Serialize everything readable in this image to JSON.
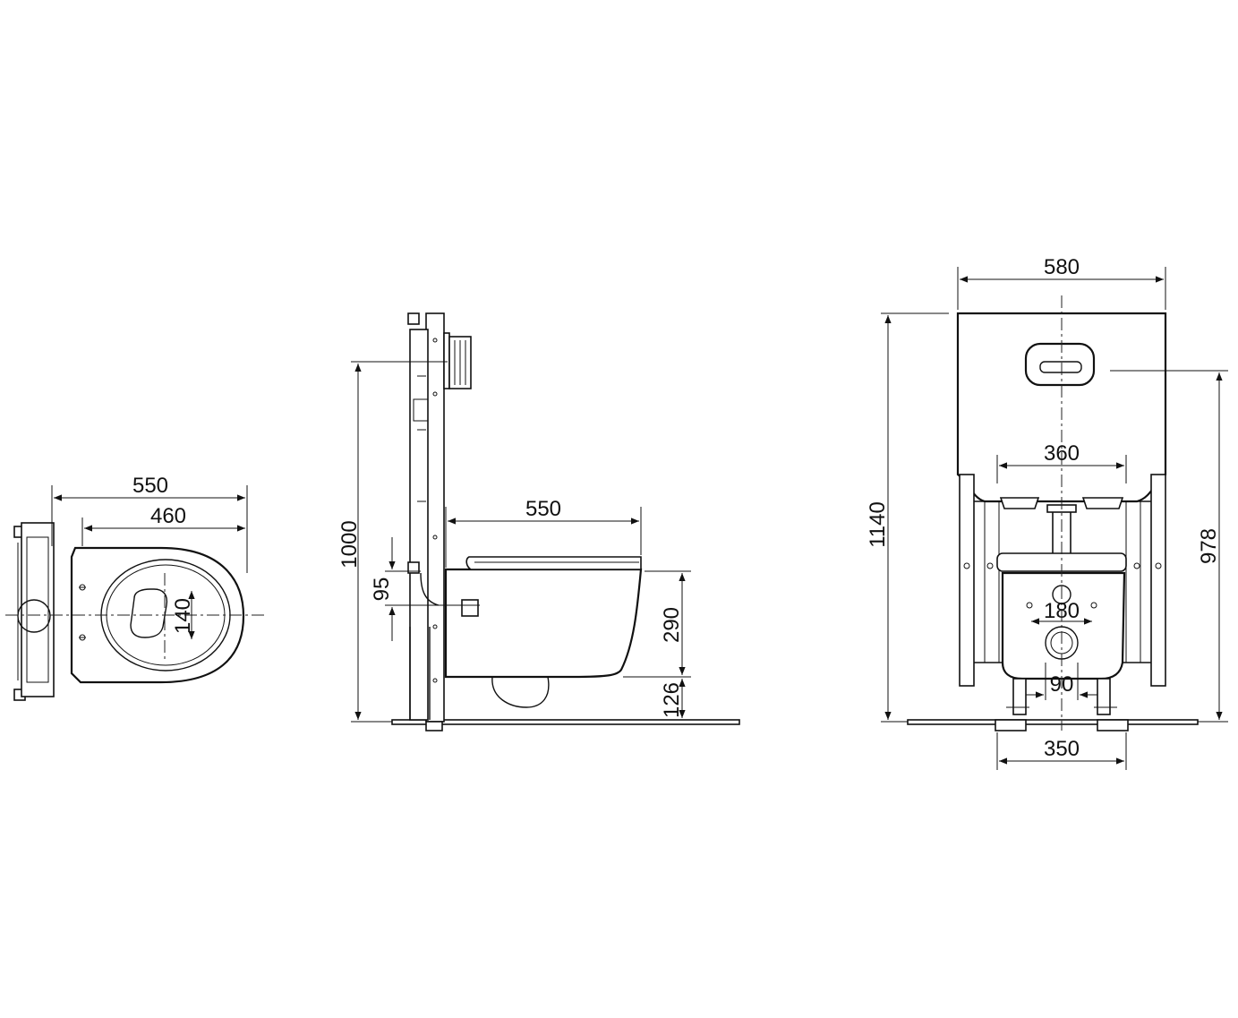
{
  "diagram": {
    "top_view": {
      "width_label": "550",
      "bowl_length_label": "460",
      "opening_label": "140"
    },
    "side_view": {
      "projection_label": "550",
      "frame_height_label": "1000",
      "offset_label": "95",
      "bowl_height_label": "290",
      "floor_gap_label": "126"
    },
    "front_view": {
      "panel_width_label": "580",
      "total_height_label": "1140",
      "button_height_label": "978",
      "fixing_width_label": "360",
      "bolt_spacing_label": "180",
      "outlet_label": "90",
      "foot_width_label": "350"
    }
  }
}
